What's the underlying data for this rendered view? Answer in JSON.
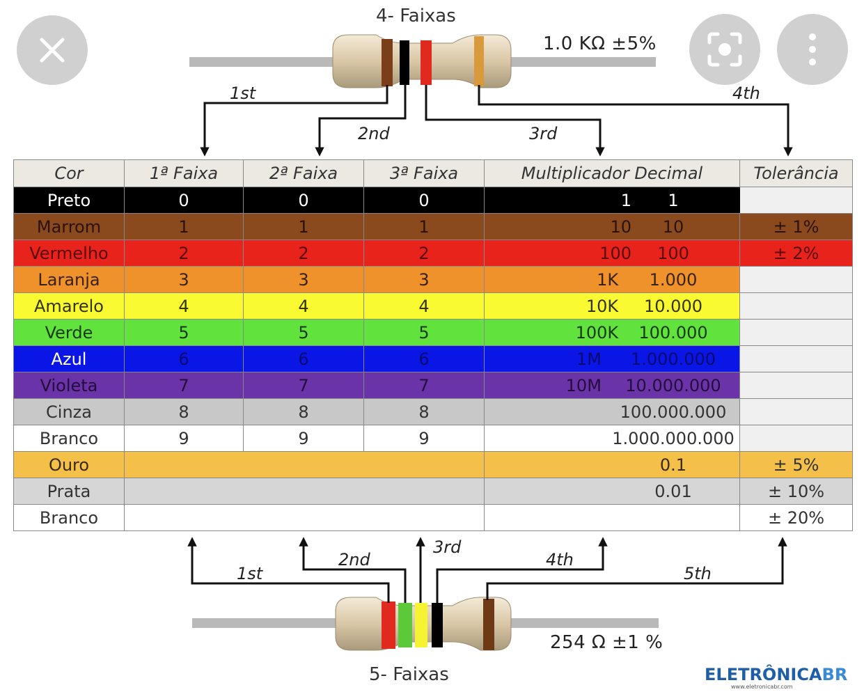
{
  "top_title": "4- Faixas",
  "bottom_title": "5- Faixas",
  "top_value": "1.0 KΩ  ±5%",
  "bottom_value": "254 Ω  ±1 %",
  "top_arrows": [
    "1st",
    "2nd",
    "3rd",
    "4th"
  ],
  "bottom_arrows": [
    "1st",
    "2nd",
    "3rd",
    "4th",
    "5th"
  ],
  "headers": [
    "Cor",
    "1ª Faixa",
    "2ª Faixa",
    "3ª Faixa",
    "Multiplicador Decimal",
    "Tolerância"
  ],
  "rows": [
    {
      "name": "Preto",
      "d1": "0",
      "d2": "0",
      "d3": "0",
      "mult": "1",
      "dec": "1",
      "tol": "",
      "bg": "#000000",
      "fg": "#ffffff",
      "tol_bg": "#f0f0f0"
    },
    {
      "name": "Marrom",
      "d1": "1",
      "d2": "1",
      "d3": "1",
      "mult": "10",
      "dec": "10",
      "tol": "± 1%",
      "bg": "#8b4a1e",
      "fg": "#2a1206",
      "tol_bg": "#8b4a1e"
    },
    {
      "name": "Vermelho",
      "d1": "2",
      "d2": "2",
      "d3": "2",
      "mult": "100",
      "dec": "100",
      "tol": "± 2%",
      "bg": "#e8231c",
      "fg": "#5a0a08",
      "tol_bg": "#e8231c"
    },
    {
      "name": "Laranja",
      "d1": "3",
      "d2": "3",
      "d3": "3",
      "mult": "1K",
      "dec": "1.000",
      "tol": "",
      "bg": "#f0922c",
      "fg": "#3a2208",
      "tol_bg": "#f0f0f0"
    },
    {
      "name": "Amarelo",
      "d1": "4",
      "d2": "4",
      "d3": "4",
      "mult": "10K",
      "dec": "10.000",
      "tol": "",
      "bg": "#fafa32",
      "fg": "#333300",
      "tol_bg": "#f0f0f0"
    },
    {
      "name": "Verde",
      "d1": "5",
      "d2": "5",
      "d3": "5",
      "mult": "100K",
      "dec": "100.000",
      "tol": "",
      "bg": "#62e23c",
      "fg": "#123a08",
      "tol_bg": "#f0f0f0"
    },
    {
      "name": "Azul",
      "d1": "6",
      "d2": "6",
      "d3": "6",
      "mult": "1M",
      "dec": "1.000.000",
      "tol": "",
      "bg": "#0a16e6",
      "fg": "#0a0a70",
      "tol_bg": "#f0f0f0",
      "name_fg": "#ffffff"
    },
    {
      "name": "Violeta",
      "d1": "7",
      "d2": "7",
      "d3": "7",
      "mult": "10M",
      "dec": "10.000.000",
      "tol": "",
      "bg": "#6a34a8",
      "fg": "#220d3c",
      "tol_bg": "#f0f0f0"
    },
    {
      "name": "Cinza",
      "d1": "8",
      "d2": "8",
      "d3": "8",
      "mult": "",
      "dec": "100.000.000",
      "tol": "",
      "bg": "#c8c8c8",
      "fg": "#333333",
      "tol_bg": "#f0f0f0"
    },
    {
      "name": "Branco",
      "d1": "9",
      "d2": "9",
      "d3": "9",
      "mult": "",
      "dec": "1.000.000.000",
      "tol": "",
      "bg": "#ffffff",
      "fg": "#333333",
      "tol_bg": "#f0f0f0"
    },
    {
      "name": "Ouro",
      "d1": "",
      "d2": "",
      "d3": "",
      "mult": "",
      "dec": "0.1",
      "tol": "± 5%",
      "bg": "#f4c04a",
      "fg": "#3a2a00",
      "tol_bg": "#f4c04a",
      "merged": true
    },
    {
      "name": "Prata",
      "d1": "",
      "d2": "",
      "d3": "",
      "mult": "",
      "dec": "0.01",
      "tol": "± 10%",
      "bg": "#d6d6d6",
      "fg": "#333333",
      "tol_bg": "#d6d6d6",
      "merged": true
    },
    {
      "name": "Branco",
      "d1": "",
      "d2": "",
      "d3": "",
      "mult": "",
      "dec": "",
      "tol": "± 20%",
      "bg": "#ffffff",
      "fg": "#333333",
      "tol_bg": "#ffffff",
      "merged": true
    }
  ],
  "icons": {
    "close": "close-icon",
    "lens": "lens-icon",
    "more": "more-vertical-icon"
  },
  "logo": {
    "main": "ELETRÔNICA",
    "suffix": "BR",
    "sub": "www.eletronicabr.com"
  }
}
